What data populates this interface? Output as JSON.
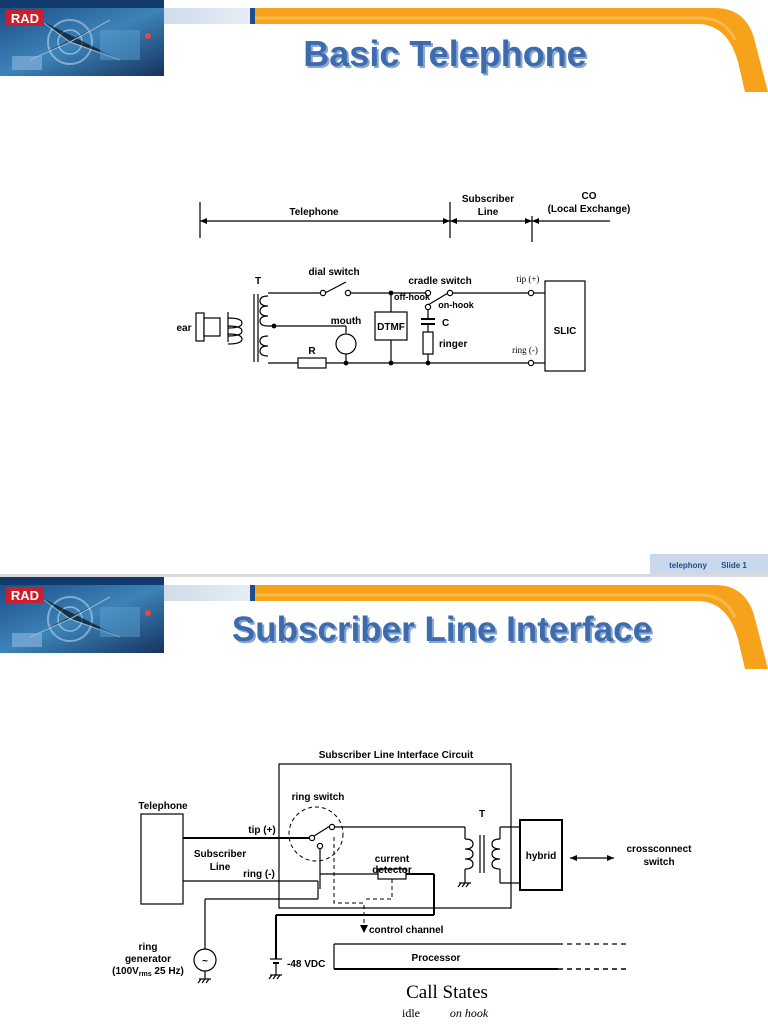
{
  "slide1": {
    "logo": "RAD",
    "title": "Basic Telephone",
    "sections": {
      "telephone": "Telephone",
      "subscriber_line_1": "Subscriber",
      "subscriber_line_2": "Line",
      "co_1": "CO",
      "co_2": "(Local Exchange)"
    },
    "labels": {
      "T": "T",
      "ear": "ear",
      "dial_switch": "dial switch",
      "mouth": "mouth",
      "R": "R",
      "dtmf": "DTMF",
      "cradle_switch": "cradle switch",
      "off_hook": "off-hook",
      "on_hook": "on-hook",
      "C": "C",
      "ringer": "ringer",
      "tip": "tip (+)",
      "ring": "ring (-)",
      "slic": "SLIC"
    },
    "footer": {
      "topic": "telephony",
      "slide": "Slide 1"
    }
  },
  "slide2": {
    "logo": "RAD",
    "title": "Subscriber Line Interface",
    "labels": {
      "slic_title": "Subscriber Line Interface Circuit",
      "telephone": "Telephone",
      "ring_switch": "ring switch",
      "T": "T",
      "tip": "tip (+)",
      "subscriber_1": "Subscriber",
      "subscriber_2": "Line",
      "ring": "ring (-)",
      "current_1": "current",
      "current_2": "detector",
      "hybrid": "hybrid",
      "crossconnect_1": "crossconnect",
      "crossconnect_2": "switch",
      "control_channel": "control channel",
      "processor": "Processor",
      "ring_gen_1": "ring",
      "ring_gen_2": "generator",
      "ring_gen_3a": "(100V",
      "ring_gen_3b": "rms",
      "ring_gen_3c": " 25 Hz)",
      "vdc": "-48 VDC",
      "tilde": "~"
    },
    "call_states": {
      "title": "Call States",
      "items": [
        {
          "state": "idle",
          "desc": "on hook"
        }
      ]
    }
  }
}
